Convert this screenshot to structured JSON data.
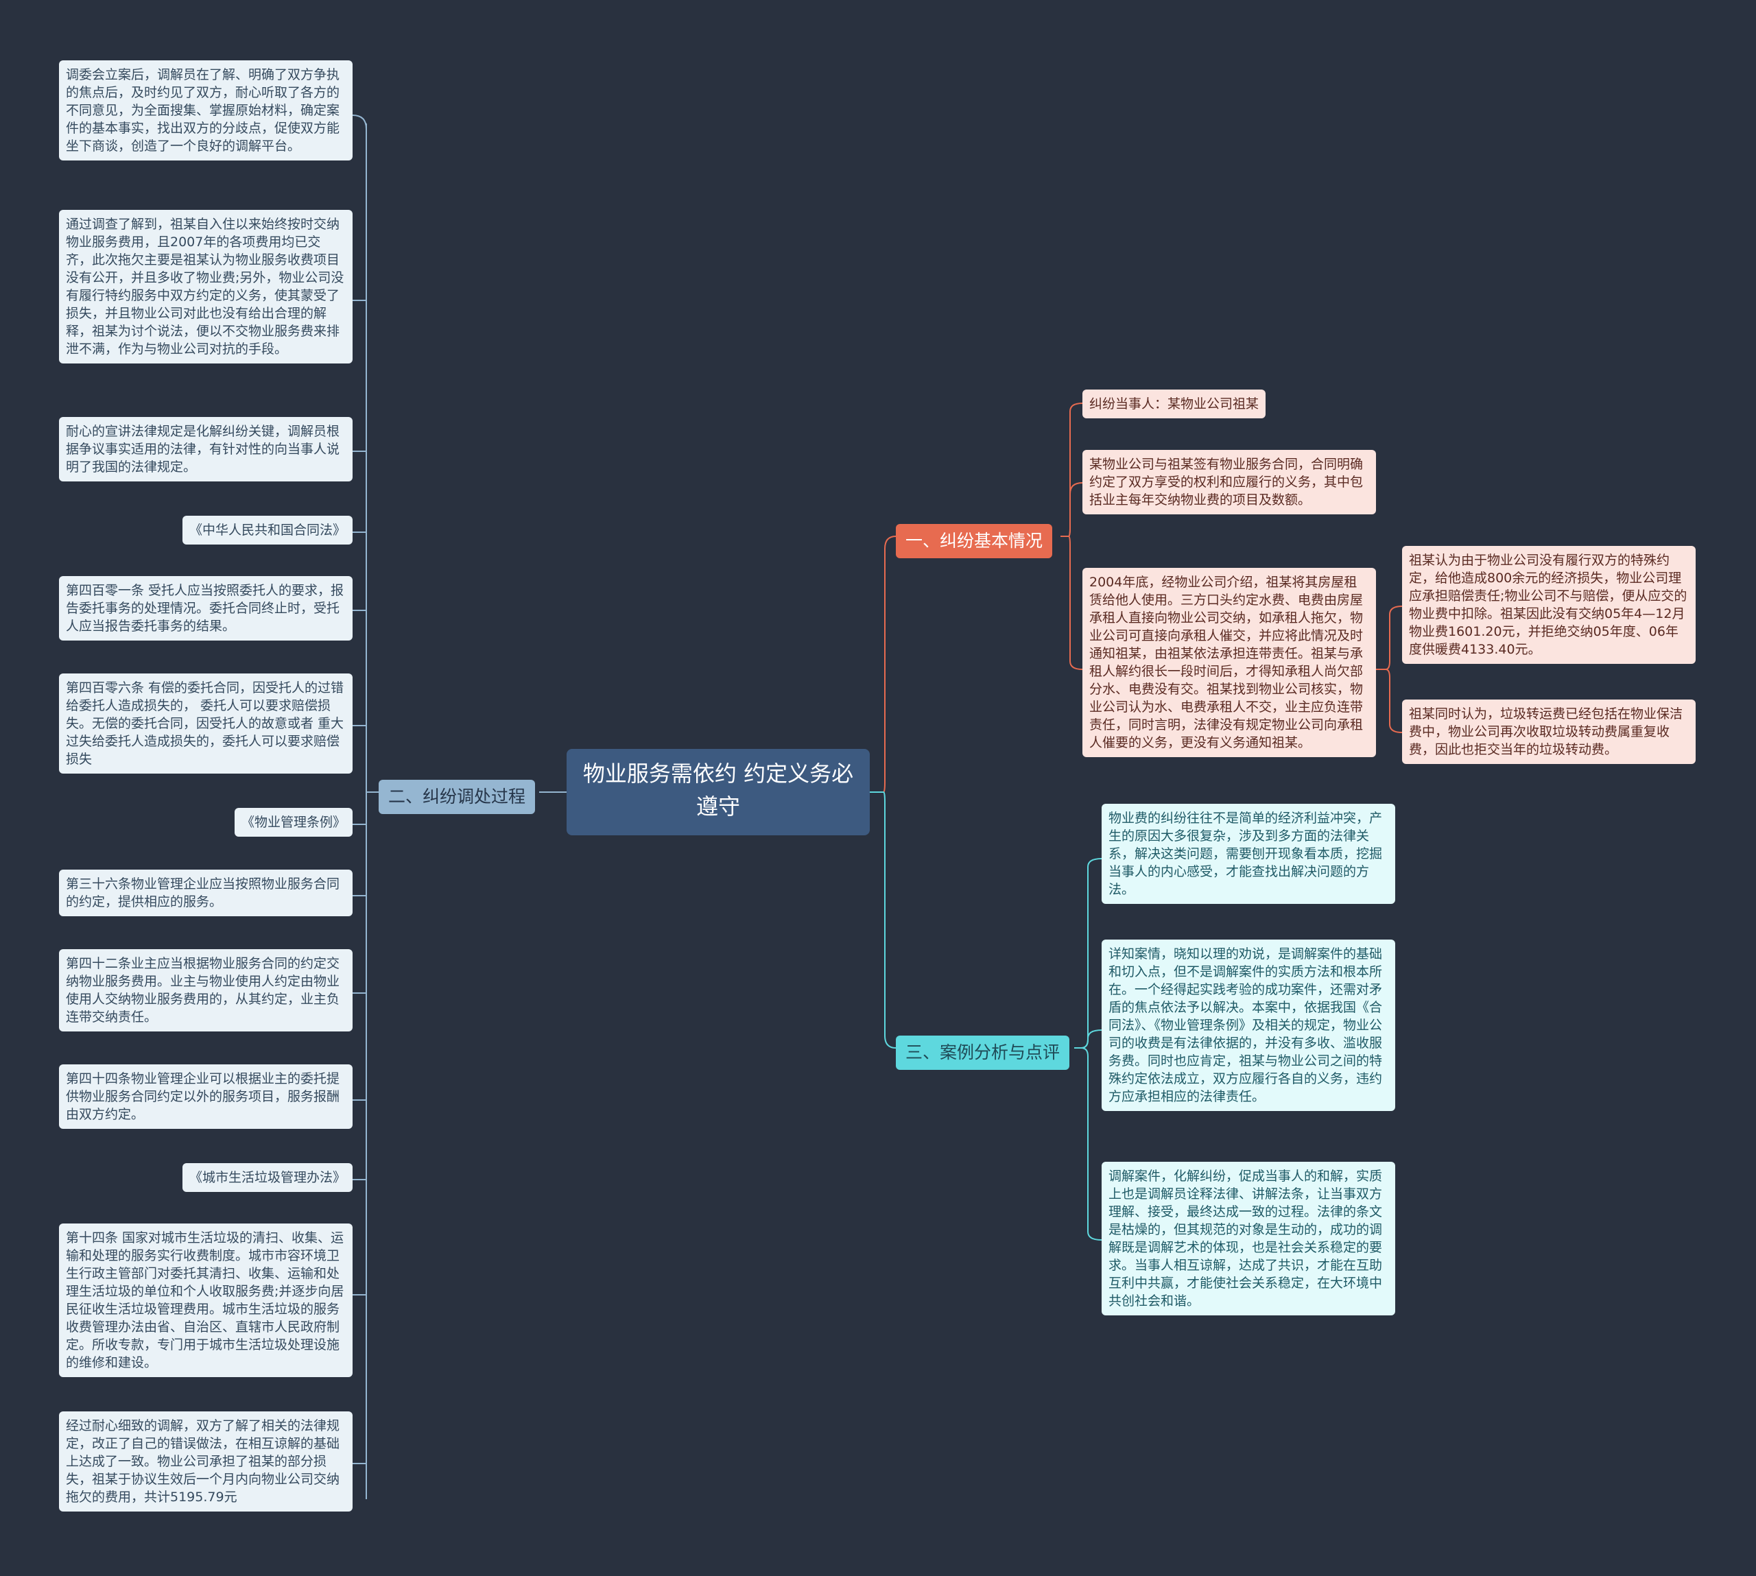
{
  "root": {
    "title": "物业服务需依约 约定义务必遵守"
  },
  "branches": {
    "b1": "一、纠纷基本情况",
    "b2": "二、纠纷调处过程",
    "b3": "三、案例分析与点评"
  },
  "b1_items": [
    "纠纷当事人：某物业公司祖某",
    "某物业公司与祖某签有物业服务合同，合同明确约定了双方享受的权利和应履行的义务，其中包括业主每年交纳物业费的项目及数额。",
    "2004年底，经物业公司介绍，祖某将其房屋租赁给他人使用。三方口头约定水费、电费由房屋承租人直接向物业公司交纳，如承租人拖欠，物业公司可直接向承租人催交，并应将此情况及时通知祖某，由祖某依法承担连带责任。祖某与承租人解约很长一段时间后，才得知承租人尚欠部分水、电费没有交。祖某找到物业公司核实，物业公司认为水、电费承租人不交，业主应负连带责任，同时言明，法律没有规定物业公司向承租人催要的义务，更没有义务通知祖某。"
  ],
  "b1_sub": [
    "祖某认为由于物业公司没有履行双方的特殊约定，给他造成800余元的经济损失，物业公司理应承担赔偿责任;物业公司不与赔偿，便从应交的物业费中扣除。祖某因此没有交纳05年4—12月物业费1601.20元，并拒绝交纳05年度、06年度供暖费4133.40元。",
    "祖某同时认为，垃圾转运费已经包括在物业保洁费中，物业公司再次收取垃圾转动费属重复收费，因此也拒交当年的垃圾转动费。"
  ],
  "b2_items": [
    "调委会立案后，调解员在了解、明确了双方争执的焦点后，及时约见了双方，耐心听取了各方的不同意见，为全面搜集、掌握原始材料，确定案件的基本事实，找出双方的分歧点，促使双方能坐下商谈，创造了一个良好的调解平台。",
    "通过调查了解到，祖某自入住以来始终按时交纳物业服务费用，且2007年的各项费用均已交齐，此次拖欠主要是祖某认为物业服务收费项目没有公开，并且多收了物业费;另外，物业公司没有履行特约服务中双方约定的义务，使其蒙受了损失，并且物业公司对此也没有给出合理的解释，祖某为讨个说法，便以不交物业服务费来排泄不满，作为与物业公司对抗的手段。",
    "耐心的宣讲法律规定是化解纠纷关键，调解员根据争议事实适用的法律，有针对性的向当事人说明了我国的法律规定。",
    "《中华人民共和国合同法》",
    "第四百零一条 受托人应当按照委托人的要求，报告委托事务的处理情况。委托合同终止时，受托人应当报告委托事务的结果。",
    "第四百零六条 有偿的委托合同，因受托人的过错给委托人造成损失的， 委托人可以要求赔偿损失。无偿的委托合同，因受托人的故意或者 重大过失给委托人造成损失的，委托人可以要求赔偿损失",
    "《物业管理条例》",
    "第三十六条物业管理企业应当按照物业服务合同的约定，提供相应的服务。",
    "第四十二条业主应当根据物业服务合同的约定交纳物业服务费用。业主与物业使用人约定由物业使用人交纳物业服务费用的，从其约定，业主负连带交纳责任。",
    "第四十四条物业管理企业可以根据业主的委托提供物业服务合同约定以外的服务项目，服务报酬由双方约定。",
    "《城市生活垃圾管理办法》",
    "第十四条 国家对城市生活垃圾的清扫、收集、运输和处理的服务实行收费制度。城市市容环境卫生行政主管部门对委托其清扫、收集、运输和处理生活垃圾的单位和个人收取服务费;并逐步向居民征收生活垃圾管理费用。城市生活垃圾的服务收费管理办法由省、自治区、直辖市人民政府制定。所收专款，专门用于城市生活垃圾处理设施的维修和建设。",
    "经过耐心细致的调解，双方了解了相关的法律规定，改正了自己的错误做法，在相互谅解的基础上达成了一致。物业公司承担了祖某的部分损失，祖某于协议生效后一个月内向物业公司交纳拖欠的费用，共计5195.79元"
  ],
  "b3_items": [
    "物业费的纠纷往往不是简单的经济利益冲突，产生的原因大多很复杂，涉及到多方面的法律关系，解决这类问题，需要刨开现象看本质，挖掘当事人的内心感受，才能查找出解决问题的方法。",
    "详知案情，晓知以理的劝说，是调解案件的基础和切入点，但不是调解案件的实质方法和根本所在。一个经得起实践考验的成功案件，还需对矛盾的焦点依法予以解决。本案中，依据我国《合同法》、《物业管理条例》及相关的规定，物业公司的收费是有法律依据的，并没有多收、滥收服务费。同时也应肯定，祖某与物业公司之间的特殊约定依法成立，双方应履行各自的义务，违约方应承担相应的法律责任。",
    "调解案件，化解纠纷，促成当事人的和解，实质上也是调解员诠释法律、讲解法条，让当事双方理解、接受，最终达成一致的过程。法律的条文是枯燥的，但其规范的对象是生动的，成功的调解既是调解艺术的体现，也是社会关系稳定的要求。当事人相互谅解，达成了共识，才能在互助互利中共赢，才能使社会关系稳定，在大环境中共创社会和谐。"
  ],
  "colors": {
    "background": "#29313f",
    "root": "#3d5a80",
    "b1": "#e76b50",
    "b2": "#95b6d1",
    "b3": "#5ed8de"
  }
}
